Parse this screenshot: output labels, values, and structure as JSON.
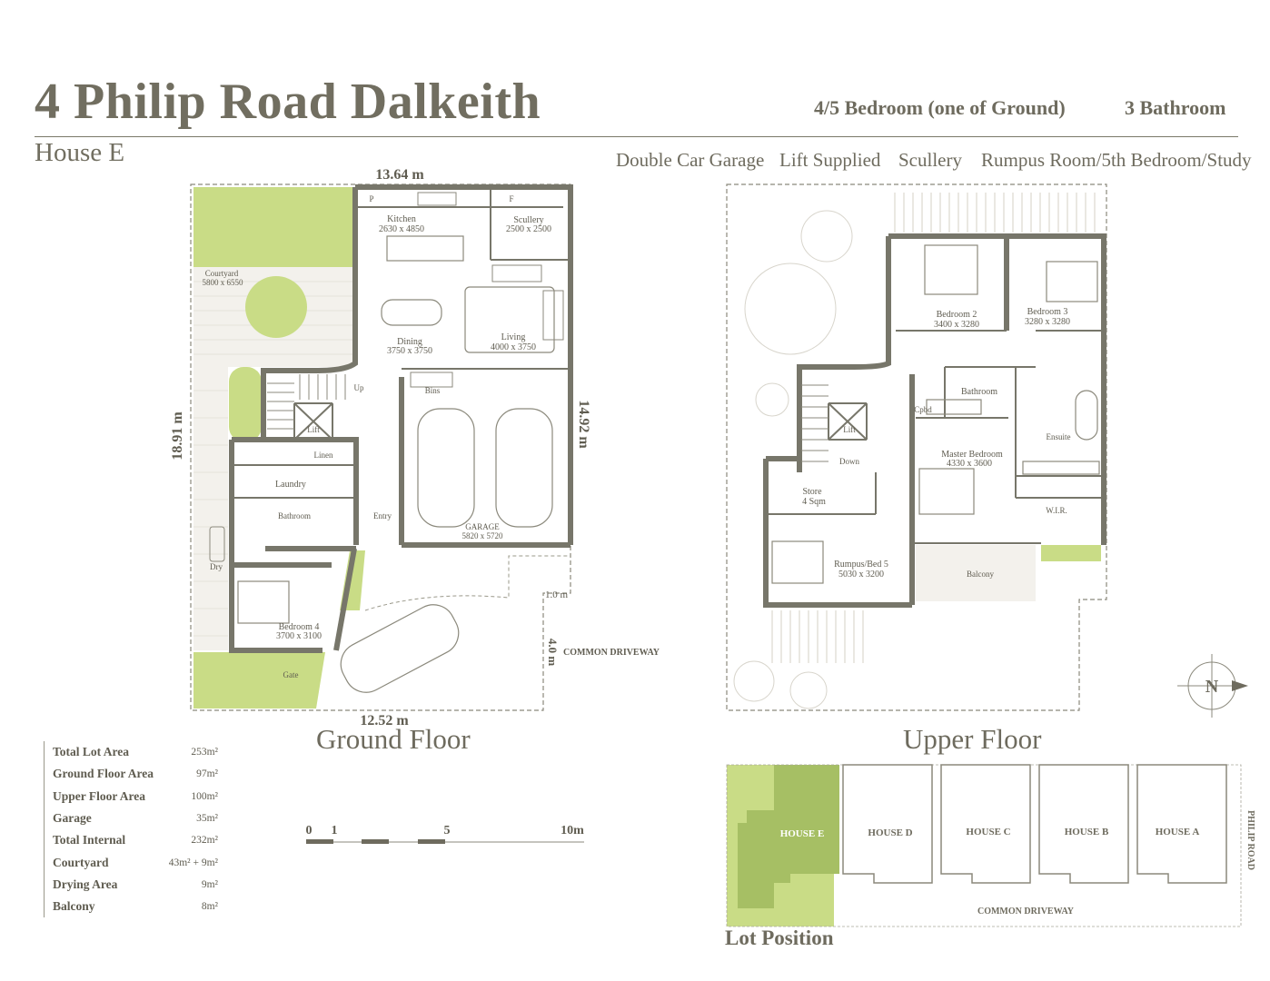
{
  "header": {
    "title": "4 Philip Road Dalkeith",
    "subtitle": "House E",
    "bedrooms": "4/5 Bedroom (one of Ground)",
    "bathrooms": "3 Bathroom",
    "features": [
      "Double Car Garage",
      "Lift Supplied",
      "Scullery",
      "Rumpus Room/5th Bedroom/Study"
    ]
  },
  "ground_floor": {
    "label": "Ground Floor",
    "dims": {
      "top": "13.64 m",
      "left": "18.91 m",
      "right": "14.92 m",
      "bottom": "12.52 m",
      "setback_a": "1.0 m",
      "setback_b": "4.0 m"
    },
    "rooms": [
      {
        "name": "Kitchen",
        "size": "2630 x 4850"
      },
      {
        "name": "Scullery",
        "size": "2500 x 2500"
      },
      {
        "name": "Courtyard",
        "size": "5800 x 6550"
      },
      {
        "name": "Dining",
        "size": "3750 x 3750"
      },
      {
        "name": "Living",
        "size": "4000 x 3750"
      },
      {
        "name": "GARAGE",
        "size": "5820  x 5720"
      },
      {
        "name": "Bedroom 4",
        "size": "3700 x 3100"
      }
    ],
    "labels": [
      "Bins",
      "Up",
      "Lift",
      "Linen",
      "Laundry",
      "Bathroom",
      "Entry",
      "Dry",
      "Gate",
      "COMMON DRIVEWAY",
      "P",
      "F"
    ]
  },
  "upper_floor": {
    "label": "Upper Floor",
    "rooms": [
      {
        "name": "Bedroom 2",
        "size": "3400 x 3280"
      },
      {
        "name": "Bedroom 3",
        "size": "3280 x 3280"
      },
      {
        "name": "Master Bedroom",
        "size": "4330 x 3600"
      },
      {
        "name": "Rumpus/Bed 5",
        "size": "5030 x 3200"
      },
      {
        "name": "Store",
        "size": "4 Sqm"
      }
    ],
    "labels": [
      "Bathroom",
      "Cpbd",
      "Ensuite",
      "W.I.R.",
      "Lift",
      "Down",
      "Balcony"
    ],
    "compass": "N"
  },
  "areas": [
    {
      "label": "Total Lot Area",
      "value": "253m²"
    },
    {
      "label": "Ground Floor Area",
      "value": "97m²"
    },
    {
      "label": "Upper Floor Area",
      "value": "100m²"
    },
    {
      "label": "Garage",
      "value": "35m²"
    },
    {
      "label": "Total Internal",
      "value": "232m²"
    },
    {
      "label": "Courtyard",
      "value": "43m² + 9m²"
    },
    {
      "label": "Drying Area",
      "value": "9m²"
    },
    {
      "label": "Balcony",
      "value": "8m²"
    }
  ],
  "scale": {
    "ticks": [
      "0",
      "1",
      "5",
      "10m"
    ]
  },
  "lot_position": {
    "label": "Lot Position",
    "houses": [
      "HOUSE E",
      "HOUSE D",
      "HOUSE C",
      "HOUSE B",
      "HOUSE A"
    ],
    "driveway": "COMMON DRIVEWAY",
    "road": "PHILIP ROAD",
    "highlight": "HOUSE E"
  },
  "colors": {
    "wall": "#77766a",
    "green": "#c9dc86",
    "green_dark": "#a6bf64",
    "text": "#6e6b5e"
  }
}
